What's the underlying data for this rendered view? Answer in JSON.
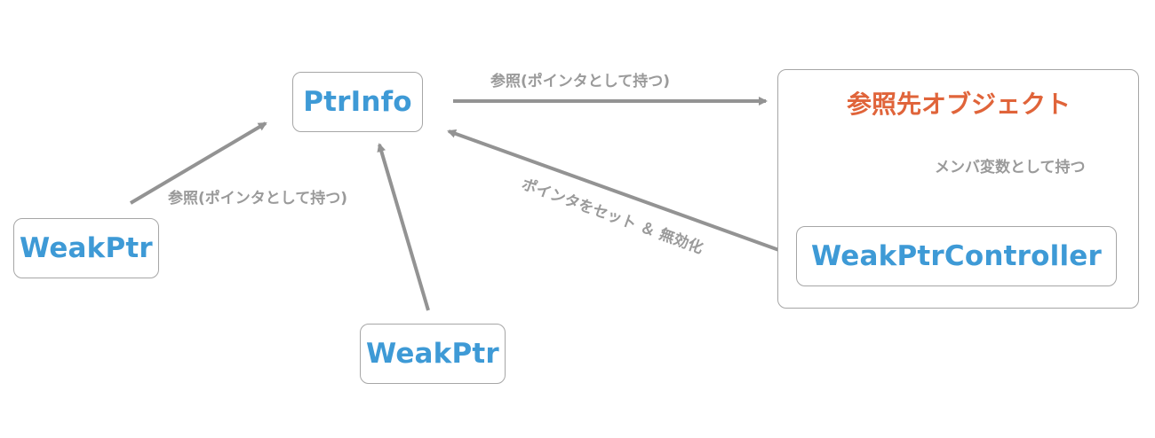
{
  "nodes": {
    "ptrinfo": "PtrInfo",
    "weakptr_left": "WeakPtr",
    "weakptr_bottom": "WeakPtr",
    "controller": "WeakPtrController"
  },
  "group": {
    "title": "参照先オブジェクト"
  },
  "edges": {
    "left_to_ptrinfo": "参照(ポインタとして持つ)",
    "ptrinfo_to_target": "参照(ポインタとして持つ)",
    "target_to_controller": "メンバ変数として持つ",
    "controller_to_ptrinfo": "ポインタをセット ＆ 無効化"
  },
  "colors": {
    "node_text": "#3e9ad6",
    "group_title": "#e0643a",
    "edge": "#939393",
    "edge_label": "#9a9a9a",
    "border": "#a6a6a6"
  }
}
